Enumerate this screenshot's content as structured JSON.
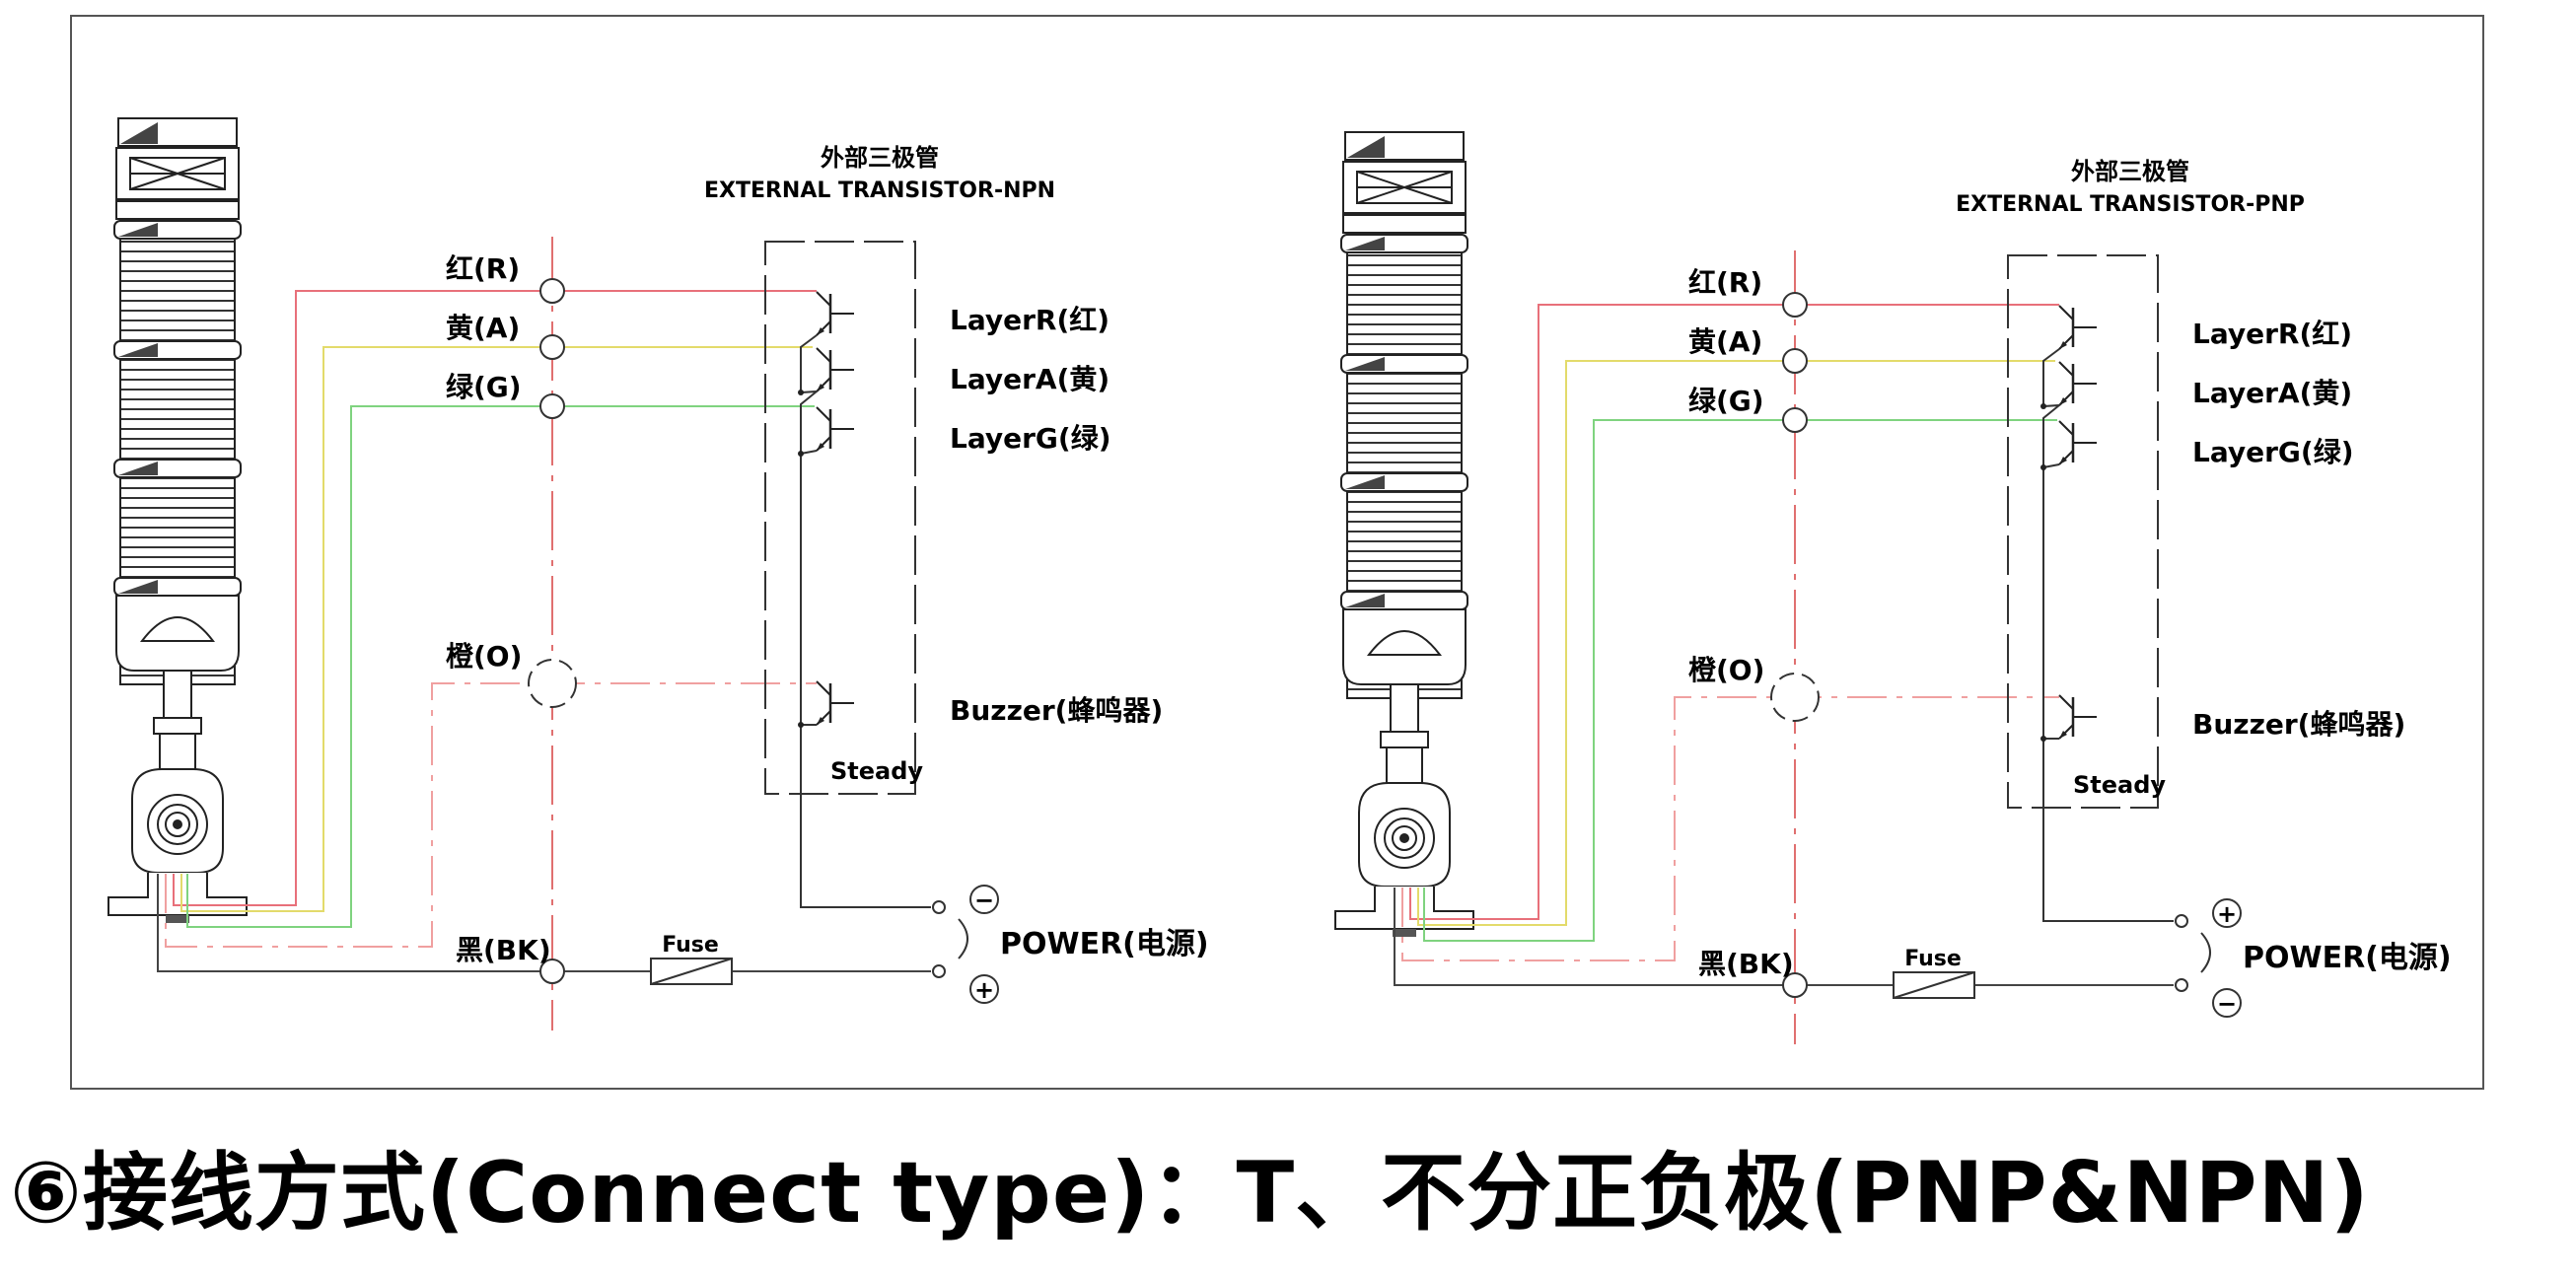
{
  "caption": "⑥接线方式(Connect type)：T、不分正负极(PNP&NPN)",
  "diagrams": [
    {
      "transistor_title_cn": "外部三极管",
      "transistor_title_en": "EXTERNAL TRANSISTOR-NPN",
      "wires": {
        "red": "红(R)",
        "yellow": "黄(A)",
        "green": "绿(G)",
        "orange": "橙(O)",
        "black": "黑(BK)"
      },
      "layers": {
        "r": "LayerR(红)",
        "a": "LayerA(黄)",
        "g": "LayerG(绿)",
        "buzzer": "Buzzer(蜂鸣器)"
      },
      "steady": "Steady",
      "fuse": "Fuse",
      "power": "POWER(电源)",
      "power_top_sign": "−",
      "power_bottom_sign": "+"
    },
    {
      "transistor_title_cn": "外部三极管",
      "transistor_title_en": "EXTERNAL TRANSISTOR-PNP",
      "wires": {
        "red": "红(R)",
        "yellow": "黄(A)",
        "green": "绿(G)",
        "orange": "橙(O)",
        "black": "黑(BK)"
      },
      "layers": {
        "r": "LayerR(红)",
        "a": "LayerA(黄)",
        "g": "LayerG(绿)",
        "buzzer": "Buzzer(蜂鸣器)"
      },
      "steady": "Steady",
      "fuse": "Fuse",
      "power": "POWER(电源)",
      "power_top_sign": "+",
      "power_bottom_sign": "−"
    }
  ],
  "colors": {
    "red_wire": "#e8707a",
    "yellow_wire": "#e3db6b",
    "green_wire": "#7fd37f",
    "orange_wire": "#f0a0a0",
    "line": "#333333",
    "frame": "#555555"
  },
  "icons": {
    "tower": "tower-light-icon",
    "transistor": "transistor-icon",
    "fuse": "fuse-icon",
    "terminal": "terminal-circle-icon"
  }
}
